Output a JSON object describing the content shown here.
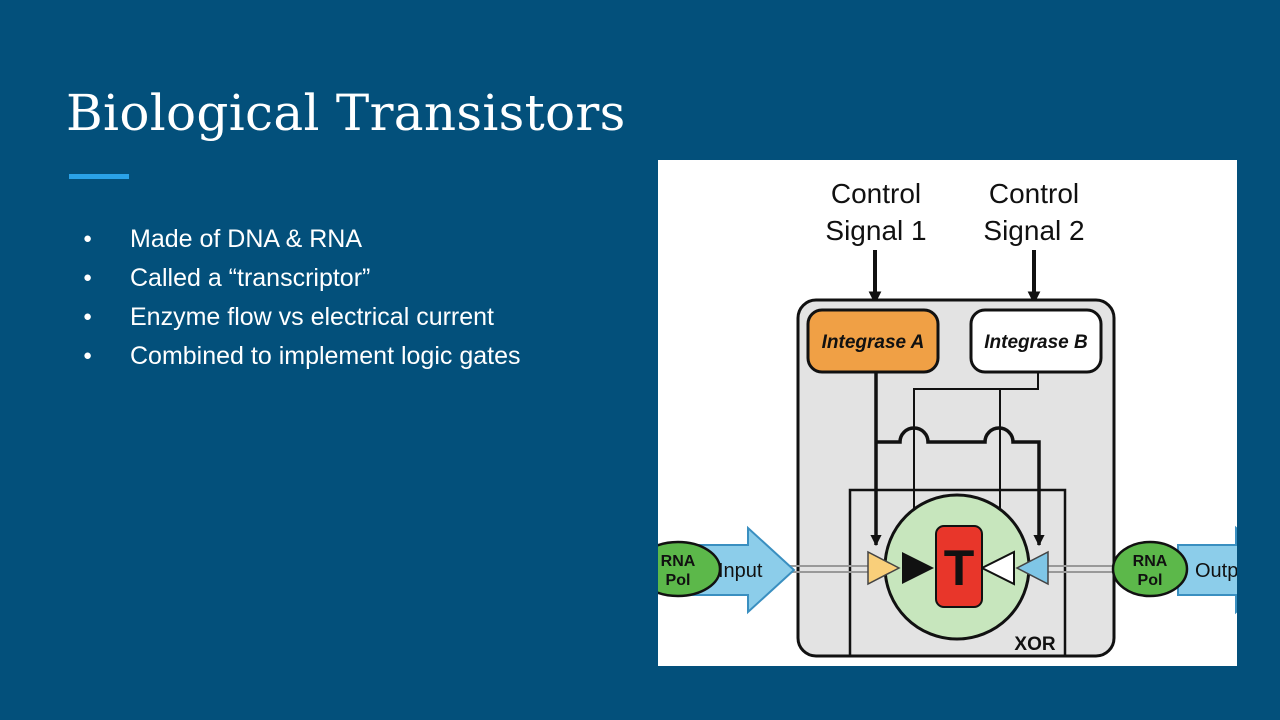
{
  "slide": {
    "title": "Biological Transistors",
    "bullets": [
      "Made of DNA & RNA",
      "Called a “transcriptor”",
      "Enzyme flow vs electrical current",
      "Combined to implement logic gates"
    ]
  },
  "diagram": {
    "control_signal_1": [
      "Control",
      "Signal 1"
    ],
    "control_signal_2": [
      "Control",
      "Signal 2"
    ],
    "integrase_a": "Integrase A",
    "integrase_b": "Integrase B",
    "rna_pol_left": [
      "RNA",
      "Pol"
    ],
    "input_label": "Input",
    "terminator_label": "T",
    "gate_label": "XOR",
    "rna_pol_right": [
      "RNA",
      "Pol"
    ],
    "output_label": "Output"
  },
  "colors": {
    "background": "#03507b",
    "accent": "#2aa2e8",
    "integrase_a": "#f0a045",
    "rna_pol": "#5cb84a",
    "arrow_blue": "#8ccdea",
    "terminator": "#e8362a",
    "circle_green": "#c7e6bd",
    "triangle_yellow": "#f9cf7a",
    "triangle_blue": "#7fc6e6"
  }
}
